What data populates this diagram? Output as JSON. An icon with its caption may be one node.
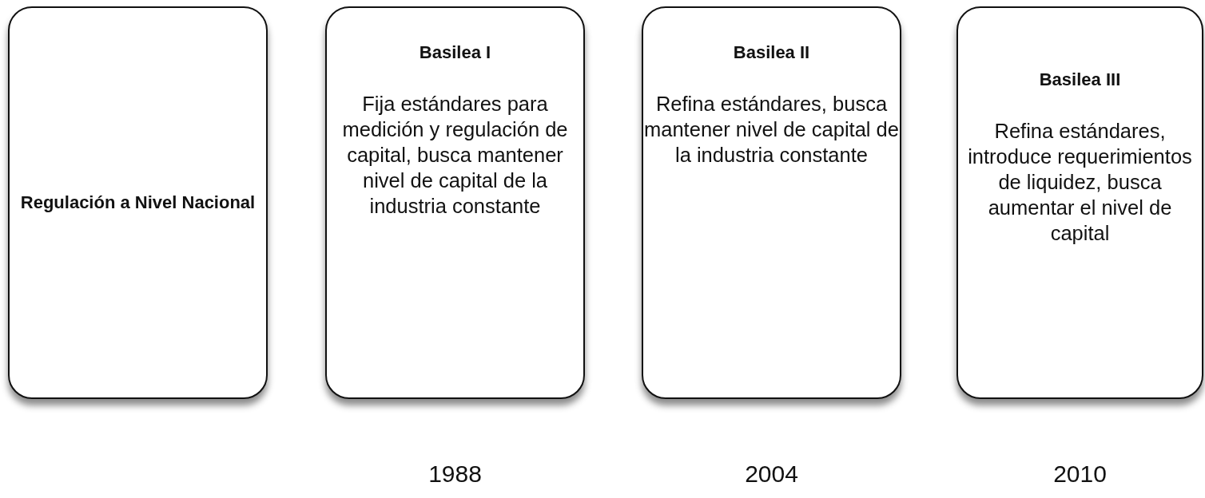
{
  "diagram": {
    "nodes": [
      {
        "text": [
          "Regulación a Nivel Nacional"
        ]
      },
      {
        "text": [
          "Basilea I",
          "Fija estándares para medición y regulación de capital, busca mantener nivel de capital de la industria constante"
        ],
        "beside": [
          "1988"
        ]
      },
      {
        "text": [
          "Basilea II",
          "Refina estándares, busca mantener nivel de capital de la industria constante"
        ],
        "beside": [
          "2004"
        ]
      },
      {
        "text": [
          "Basilea III",
          "Refina estándares, introduce requerimientos de liquidez, busca aumentar el nivel de capital"
        ],
        "beside": [
          "2010"
        ]
      }
    ]
  }
}
